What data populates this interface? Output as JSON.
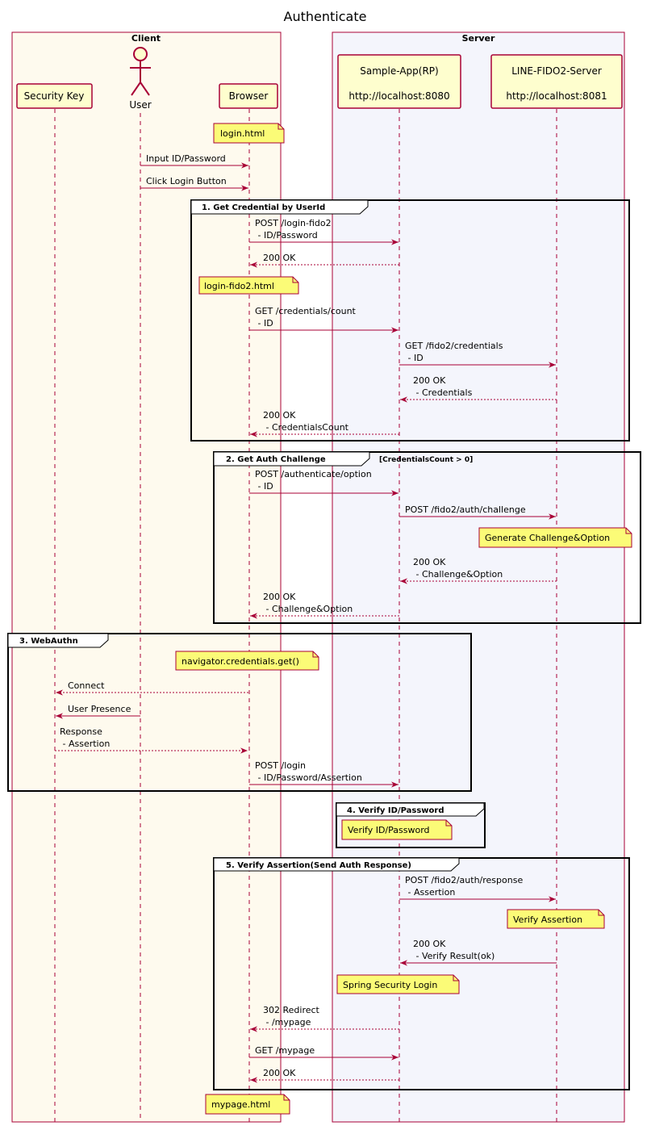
{
  "title": "Authenticate",
  "boxes": {
    "client": {
      "label": "Client",
      "bg": "#fefaee"
    },
    "server": {
      "label": "Server",
      "bg": "#f4f5fc"
    }
  },
  "participants": {
    "security_key": "Security Key",
    "user": "User",
    "browser": "Browser",
    "app_name": "Sample-App(RP)",
    "app_url": "http://localhost:8080",
    "fido_name": "LINE-FIDO2-Server",
    "fido_url": "http://localhost:8081"
  },
  "notes": {
    "login_html": "login.html",
    "login_fido2_html": "login-fido2.html",
    "generate_challenge": "Generate Challenge&Option",
    "navigator_get": "navigator.credentials.get()",
    "verify_id_password": "Verify ID/Password",
    "verify_assertion": "Verify Assertion",
    "spring_login": "Spring Security Login",
    "mypage_html": "mypage.html"
  },
  "frames": {
    "f1": "1. Get Credential by UserId",
    "f2": "2. Get Auth Challenge",
    "f2_guard": "[CredentialsCount > 0]",
    "f3": "3. WebAuthn",
    "f4": "4. Verify ID/Password",
    "f5": "5. Verify Assertion(Send Auth Response)"
  },
  "messages": {
    "m1": "Input ID/Password",
    "m2": "Click Login Button",
    "m3a": "POST /login-fido2",
    "m3b": " - ID/Password",
    "m4": "200 OK",
    "m5a": "GET /credentials/count",
    "m5b": " - ID",
    "m6a": "GET /fido2/credentials",
    "m6b": " - ID",
    "m7a": "200 OK",
    "m7b": " - Credentials",
    "m8a": "200 OK",
    "m8b": " - CredentialsCount",
    "m9a": "POST /authenticate/option",
    "m9b": " - ID",
    "m10": "POST /fido2/auth/challenge",
    "m11a": "200 OK",
    "m11b": " - Challenge&Option",
    "m12a": "200 OK",
    "m12b": " - Challenge&Option",
    "m13": "Connect",
    "m14": "User Presence",
    "m15a": "Response",
    "m15b": " - Assertion",
    "m16a": "POST /login",
    "m16b": " - ID/Password/Assertion",
    "m17a": "POST /fido2/auth/response",
    "m17b": " - Assertion",
    "m18a": "200 OK",
    "m18b": " - Verify Result(ok)",
    "m19a": "302 Redirect",
    "m19b": " - /mypage",
    "m20": "GET /mypage",
    "m21": "200 OK"
  },
  "colors": {
    "line": "#a80036",
    "participant_bg": "#fefece",
    "note_bg": "#fbfb77"
  }
}
